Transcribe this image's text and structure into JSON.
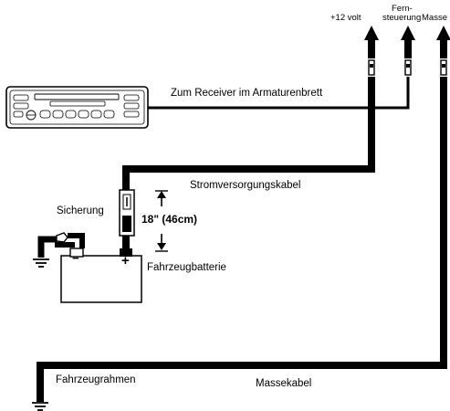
{
  "terminals": {
    "plus12": "+12 volt",
    "remote_line1": "Fern-",
    "remote_line2": "steuerung",
    "ground": "Masse"
  },
  "labels": {
    "receiver": "Zum Receiver im Armaturenbrett",
    "power_cable": "Stromversorgungskabel",
    "fuse": "Sicherung",
    "distance": "18\" (46cm)",
    "battery": "Fahrzeugbatterie",
    "chassis": "Fahrzeugrahmen",
    "ground_cable": "Massekabel"
  },
  "battery_terminals": {
    "negative": "−",
    "positive": "+"
  }
}
